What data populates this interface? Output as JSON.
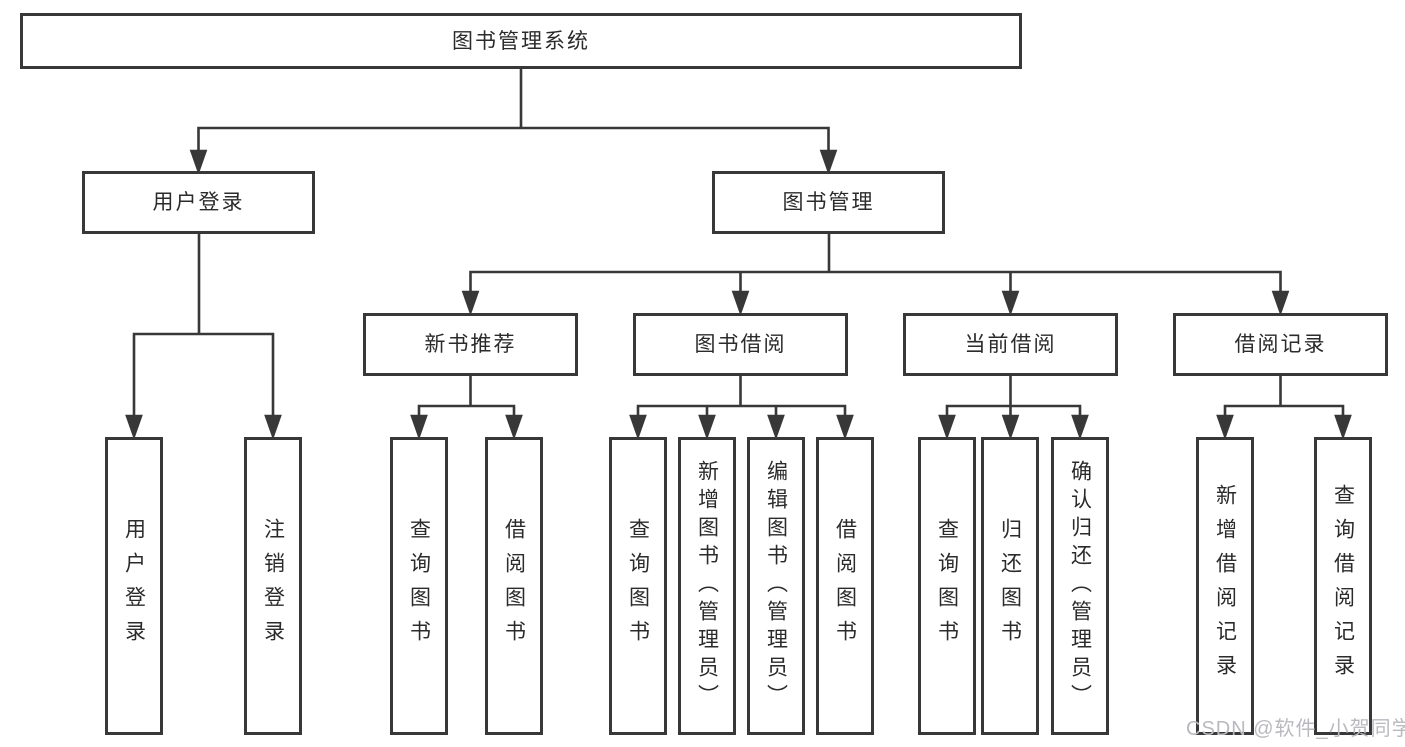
{
  "tree": {
    "root": {
      "label": "图书管理系统"
    },
    "branches": [
      {
        "label": "用户登录",
        "children": [
          {
            "label": "用户登录"
          },
          {
            "label": "注销登录"
          }
        ]
      },
      {
        "label": "图书管理",
        "children": [
          {
            "label": "新书推荐",
            "children": [
              {
                "label": "查询图书"
              },
              {
                "label": "借阅图书"
              }
            ]
          },
          {
            "label": "图书借阅",
            "children": [
              {
                "label": "查询图书"
              },
              {
                "label": "新增图书（管理员）"
              },
              {
                "label": "编辑图书（管理员）"
              },
              {
                "label": "借阅图书"
              }
            ]
          },
          {
            "label": "当前借阅",
            "children": [
              {
                "label": "查询图书"
              },
              {
                "label": "归还图书"
              },
              {
                "label": "确认归还（管理员）"
              }
            ]
          },
          {
            "label": "借阅记录",
            "children": [
              {
                "label": "新增借阅记录"
              },
              {
                "label": "查询借阅记录"
              }
            ]
          }
        ]
      }
    ]
  },
  "watermark": {
    "text": "CSDN @软件_小贺同学"
  },
  "colors": {
    "line": "#383838",
    "text": "#2b2b2b",
    "background": "#ffffff",
    "watermark": "#b9b9bf"
  }
}
